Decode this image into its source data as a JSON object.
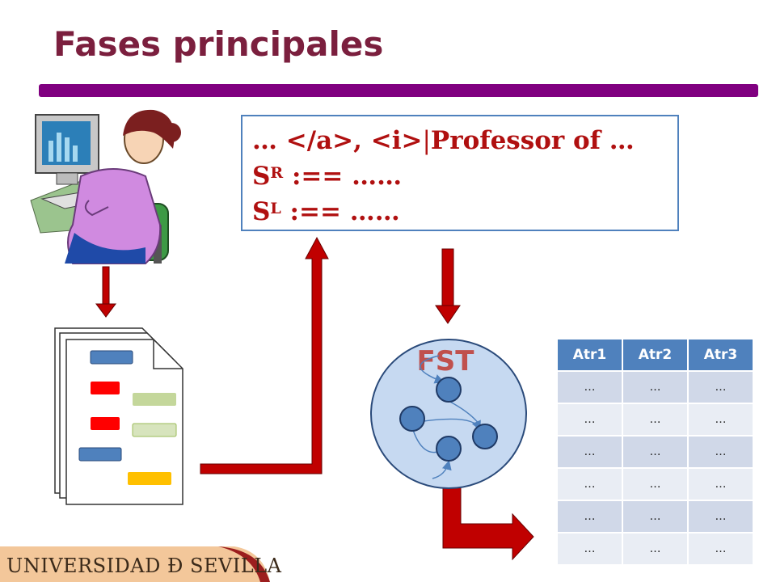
{
  "title": "Fases principales",
  "code_box": {
    "line1_prefix": "… </a>, <i>",
    "line1_cursor": "|",
    "line1_suffix": "Professor of …",
    "line2_base": "S",
    "line2_sup": "R",
    "line2_rest": " :== ……",
    "line3_base": "S",
    "line3_sup": "L",
    "line3_rest": " :== ……"
  },
  "fst_label": "FST",
  "table": {
    "headers": [
      "Atr1",
      "Atr2",
      "Atr3"
    ],
    "rows": [
      [
        "…",
        "…",
        "…"
      ],
      [
        "…",
        "…",
        "…"
      ],
      [
        "…",
        "…",
        "…"
      ],
      [
        "…",
        "…",
        "…"
      ],
      [
        "…",
        "…",
        "…"
      ],
      [
        "…",
        "…",
        "…"
      ]
    ]
  },
  "footer": "UNIVERSIDAD Ð SEVILLA",
  "colors": {
    "title": "#7b1f3e",
    "title_bar": "#800080",
    "arrow": "#c00000",
    "table_header": "#4f81bd",
    "fst_circle": "#c6d9f1"
  }
}
